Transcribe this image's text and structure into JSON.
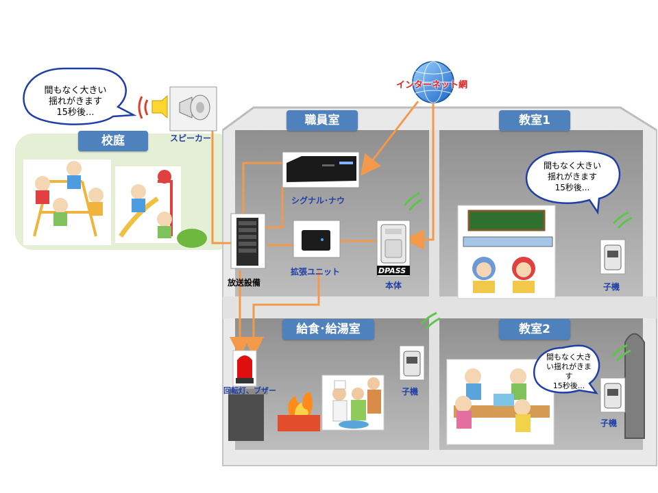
{
  "rooms": {
    "staff_room": "職員室",
    "classroom1": "教室1",
    "kitchen": "給食･給湯室",
    "classroom2": "教室2",
    "schoolyard": "校庭"
  },
  "devices": {
    "speaker": "スピーカー",
    "signal_now": "シグナル･ナウ",
    "broadcast": "放送設備",
    "expansion": "拡張ユニット",
    "main_unit": "本体",
    "main_logo": "DPASS",
    "receiver1": "子機",
    "receiver2": "子機",
    "receiver3": "子機",
    "beacon": "回転灯、ブザー",
    "internet": "インターネット網"
  },
  "bubbles": {
    "schoolyard": {
      "line1": "間もなく大きい",
      "line2": "揺れがきます",
      "line3": "15秒後..."
    },
    "classroom1": {
      "line1": "間もなく大きい",
      "line2": "揺れがきます",
      "line3": "15秒後..."
    },
    "classroom2": {
      "line1": "間もなく大き",
      "line2": "い揺れがきま",
      "line3": "す",
      "line4": "15秒後..."
    }
  },
  "colors": {
    "wall": "#c9c9c9",
    "room": "#a6a6a6",
    "frame": "#ececec",
    "label": "#4f81bd",
    "wire": "#f4a460",
    "yard": "#e4efd6"
  }
}
